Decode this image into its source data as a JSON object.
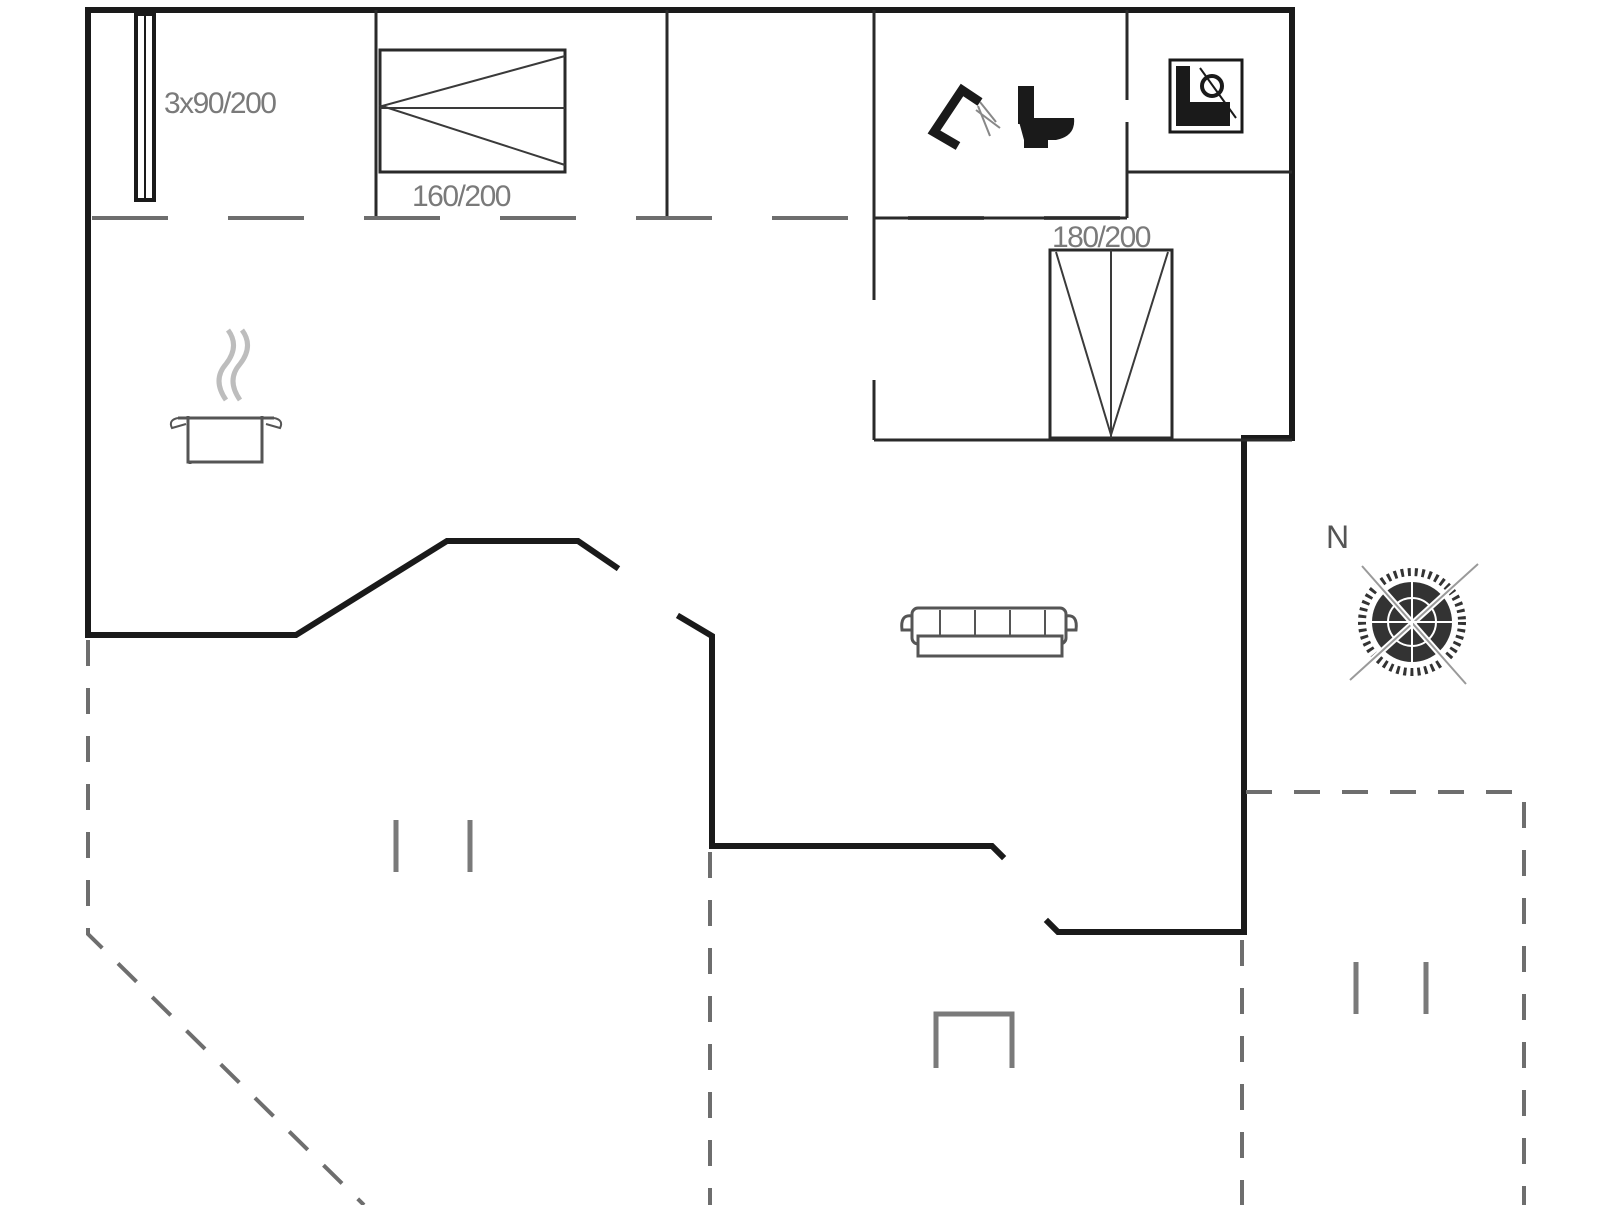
{
  "rooms": {
    "bedroom_1": {
      "bed_label": "3x90/200"
    },
    "bedroom_2": {
      "bed_label": "160/200"
    },
    "bedroom_3": {
      "bed_label": "180/200"
    }
  },
  "compass": {
    "north_label": "N"
  },
  "icons": {
    "shower": "shower-icon",
    "toilet": "toilet-icon",
    "washing_machine": "washing-machine-icon",
    "cooking_pot": "cooking-pot-icon",
    "sofa": "sofa-icon",
    "compass": "compass-rose-icon"
  },
  "colors": {
    "wall": "#1a1a1a",
    "terrace_outline": "#6e6e6e",
    "label": "#7a7a7a"
  }
}
